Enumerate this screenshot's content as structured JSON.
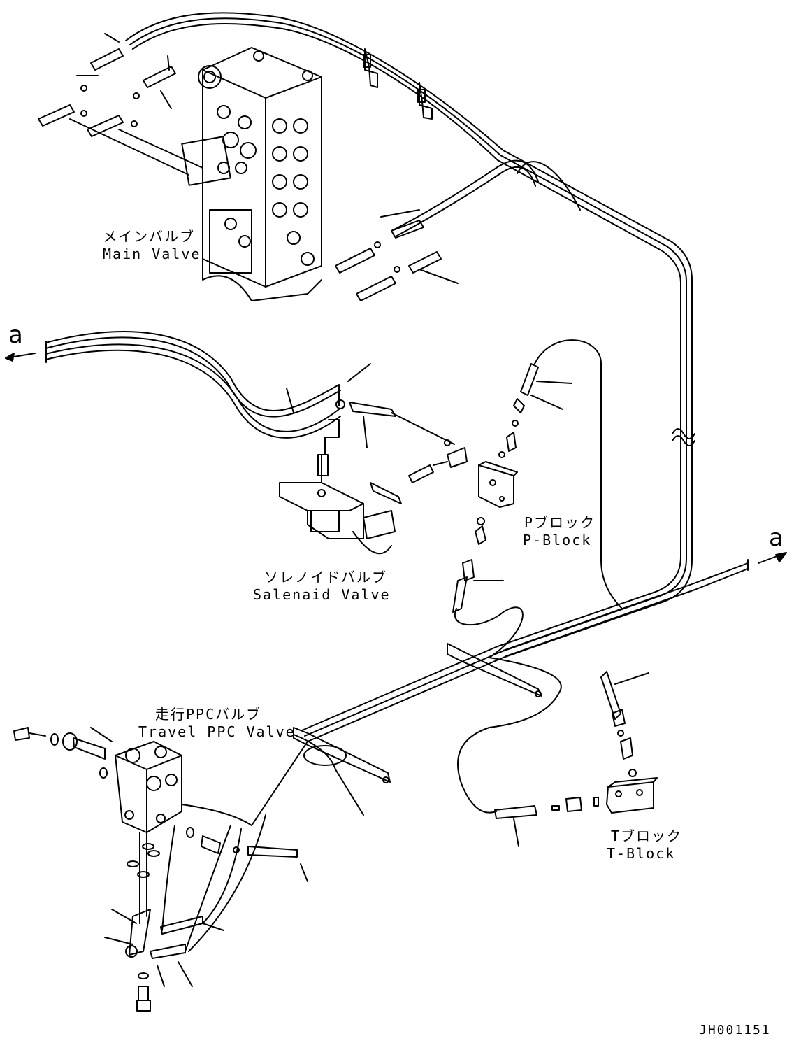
{
  "labels": {
    "main_valve_jp": "メインバルブ",
    "main_valve_en": "Main Valve",
    "solenoid_valve_jp": "ソレノイドバルブ",
    "solenoid_valve_en": "Salenaid Valve",
    "p_block_jp": "Pブロック",
    "p_block_en": "P-Block",
    "t_block_jp": "Tブロック",
    "t_block_en": "T-Block",
    "travel_ppc_jp": "走行PPCバルブ",
    "travel_ppc_en": "Travel PPC Valve",
    "arrow_left": "a",
    "arrow_right": "a",
    "drawing_code": "JH001151"
  },
  "colors": {
    "line": "#000000",
    "background": "#ffffff"
  }
}
